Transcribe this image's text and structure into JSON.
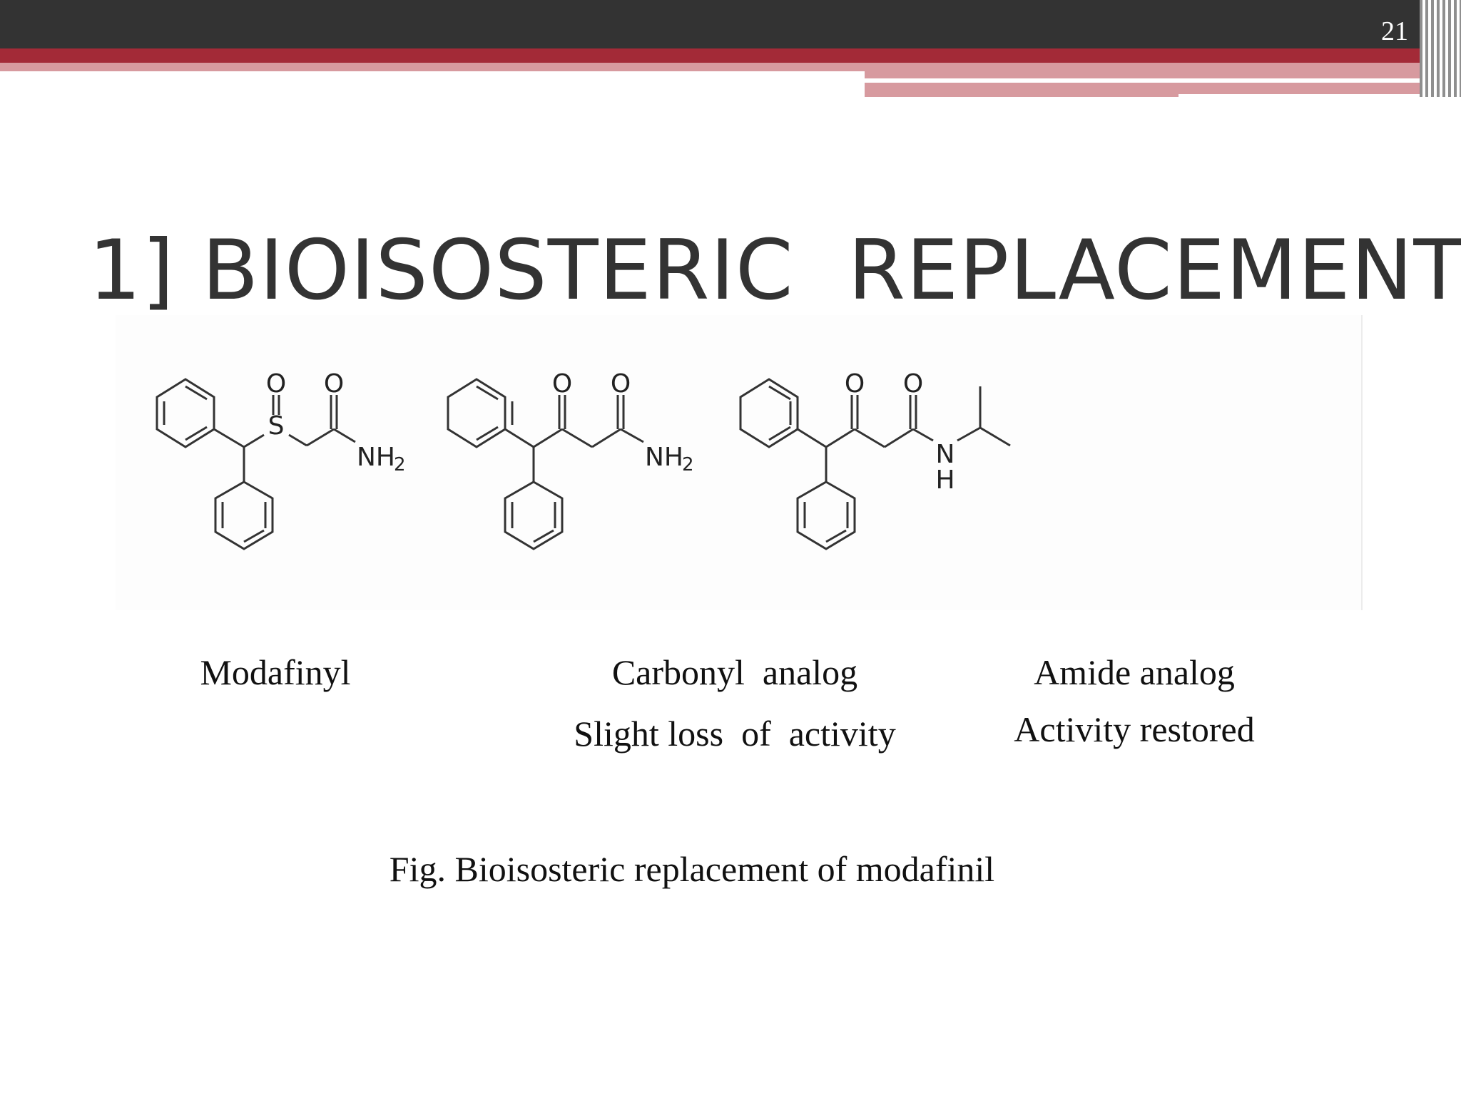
{
  "slide": {
    "number": "21",
    "title": "1] BIOISOSTERIC  REPLACEMENT"
  },
  "compounds": [
    {
      "name": "Modafinyl",
      "note": ""
    },
    {
      "name": "Carbonyl  analog",
      "note": "Slight loss  of  activity"
    },
    {
      "name": "Amide analog",
      "note": "Activity restored"
    }
  ],
  "atom_labels": {
    "oxygen": "O",
    "sulfur": "S",
    "nitrogen": "N",
    "hydrogen": "H",
    "amine_prefix": "NH",
    "amine_subscript": "2"
  },
  "caption": "Fig. Bioisosteric replacement of modafinil",
  "colors": {
    "header_dark": "#333333",
    "accent_red": "#a32a37",
    "accent_pink": "#d79a9f"
  }
}
